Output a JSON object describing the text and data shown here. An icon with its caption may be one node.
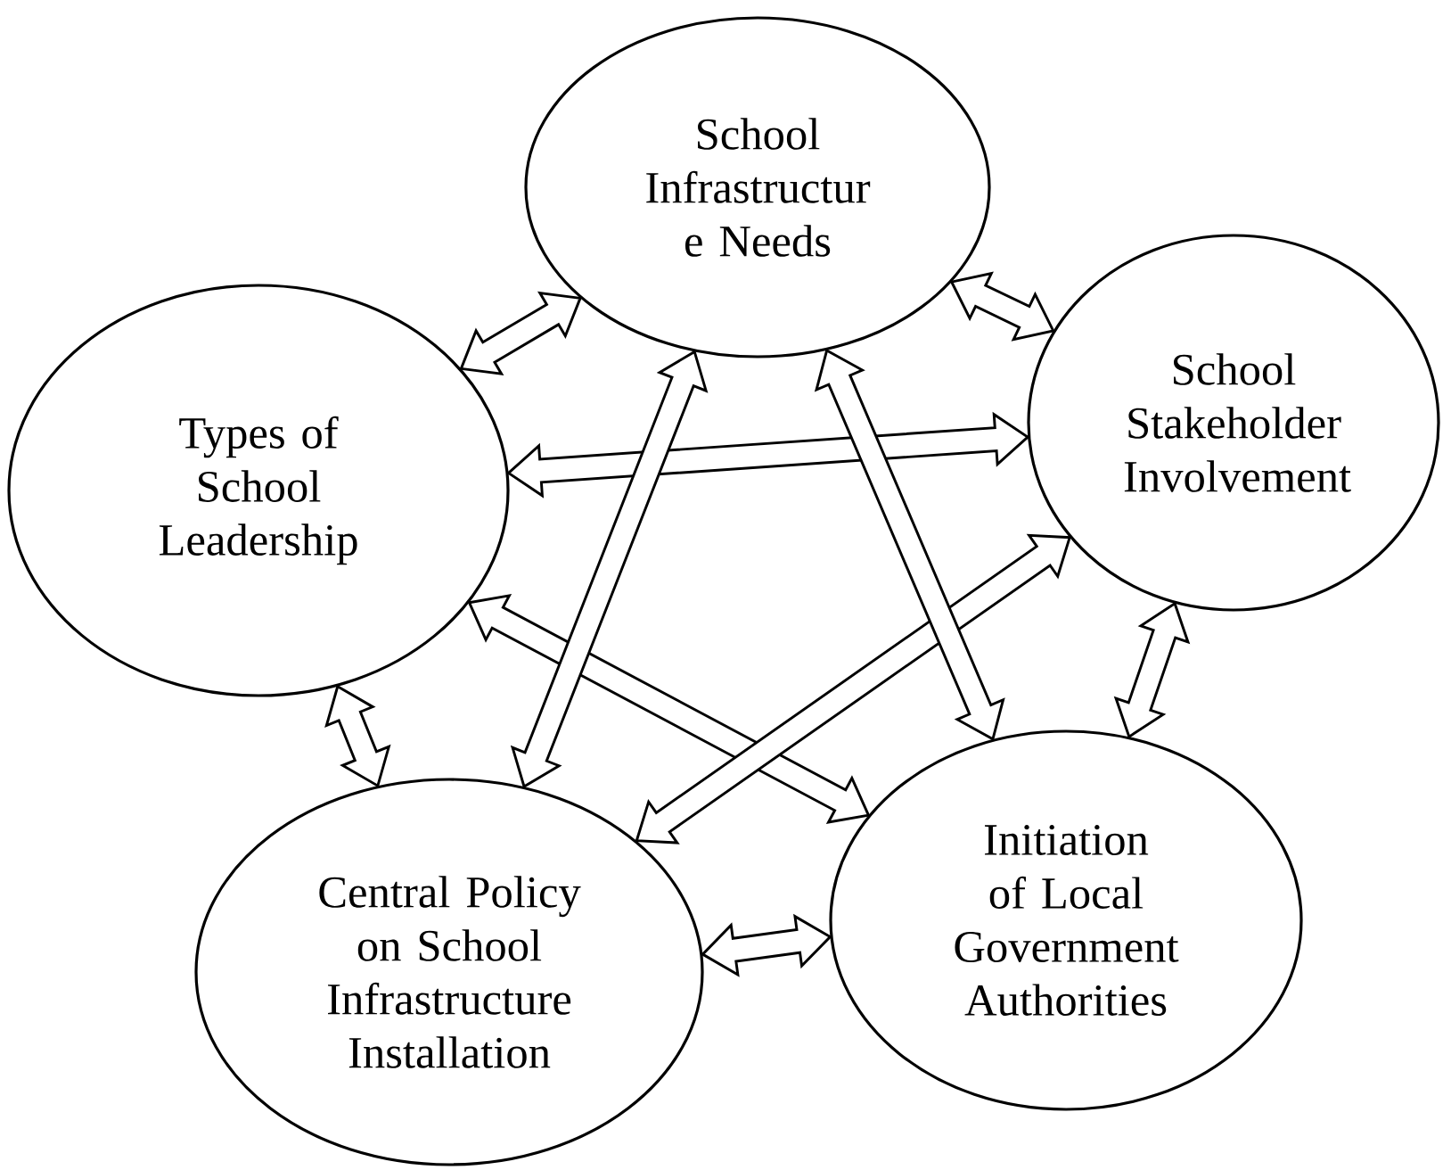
{
  "diagram": {
    "nodes": [
      {
        "text": [
          "School Infrastructur e Needs"
        ]
      },
      {
        "text": [
          "Types of School Leadership"
        ]
      },
      {
        "text": [
          "School Stakeholder Involvement"
        ]
      },
      {
        "text": [
          "Central Policy on School Infrastructure Installation"
        ]
      },
      {
        "text": [
          "Initiation of Local Government Authorities"
        ]
      }
    ],
    "edges": [
      {
        "from": 0,
        "to": 1,
        "arrow": "both"
      },
      {
        "from": 0,
        "to": 2,
        "arrow": "both"
      },
      {
        "from": 1,
        "to": 2,
        "arrow": "both"
      },
      {
        "from": 1,
        "to": 4,
        "arrow": "both"
      },
      {
        "from": 2,
        "to": 3,
        "arrow": "both"
      },
      {
        "from": 0,
        "to": 3,
        "arrow": "both"
      },
      {
        "from": 0,
        "to": 4,
        "arrow": "both"
      },
      {
        "from": 2,
        "to": 4,
        "arrow": "both"
      },
      {
        "from": 1,
        "to": 3,
        "arrow": "both"
      },
      {
        "from": 3,
        "to": 4,
        "arrow": "both"
      }
    ]
  }
}
